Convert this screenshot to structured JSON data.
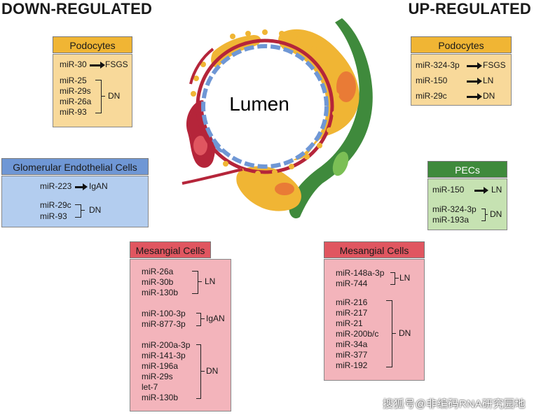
{
  "headings": {
    "down": "DOWN-REGULATED",
    "up": "UP-REGULATED"
  },
  "center_label": "Lumen",
  "down": {
    "podocytes": {
      "title": "Podocytes",
      "mir30": "miR-30",
      "fsgs": "FSGS",
      "group": [
        "miR-25",
        "miR-29s",
        "miR-26a",
        "miR-93"
      ],
      "dn": "DN"
    },
    "endothelial": {
      "title": "Glomerular Endothelial Cells",
      "mir223": "miR-223",
      "igan": "IgAN",
      "group": [
        "miR-29c",
        "miR-93"
      ],
      "dn": "DN"
    },
    "mesangial": {
      "title": "Mesangial Cells",
      "ln_group": [
        "miR-26a",
        "miR-30b",
        "miR-130b"
      ],
      "ln": "LN",
      "igan_group": [
        "miR-100-3p",
        "miR-877-3p"
      ],
      "igan": "IgAN",
      "dn_group": [
        "miR-200a-3p",
        "miR-141-3p",
        "miR-196a",
        "miR-29s",
        "let-7",
        "miR-130b"
      ],
      "dn": "DN"
    }
  },
  "up": {
    "podocytes": {
      "title": "Podocytes",
      "rows": [
        {
          "mir": "miR-324-3p",
          "disease": "FSGS"
        },
        {
          "mir": "miR-150",
          "disease": "LN"
        },
        {
          "mir": "miR-29c",
          "disease": "DN"
        }
      ]
    },
    "pecs": {
      "title": "PECs",
      "mir150": "miR-150",
      "ln": "LN",
      "group": [
        "miR-324-3p",
        "miR-193a"
      ],
      "dn": "DN"
    },
    "mesangial": {
      "title": "Mesangial Cells",
      "ln_group": [
        "miR-148a-3p",
        "miR-744"
      ],
      "ln": "LN",
      "dn_group": [
        "miR-216",
        "miR-217",
        "miR-21",
        "miR-200b/c",
        "miR-34a",
        "miR-377",
        "miR-192"
      ],
      "dn": "DN"
    }
  },
  "watermark": "搜狐号@非编码RNA研究园地",
  "colors": {
    "podocyte": "#f0b534",
    "endothelial": "#6f97d5",
    "mesangial": "#e05660",
    "pec": "#3f8a3c",
    "orange": "#e97b36",
    "membrane": "#b5253a"
  }
}
